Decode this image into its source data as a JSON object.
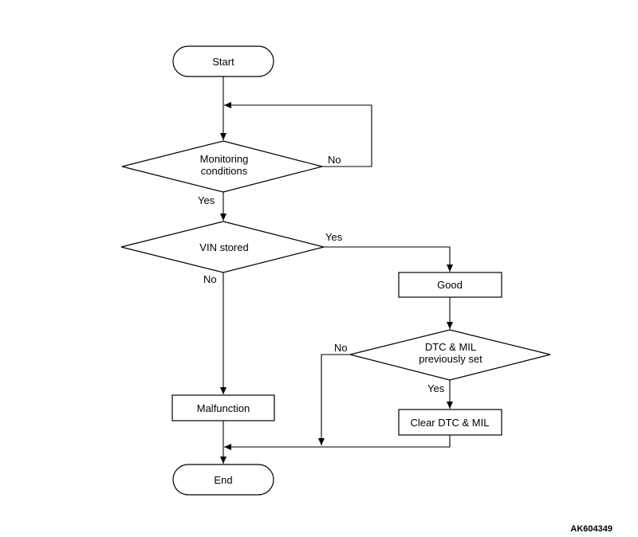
{
  "nodes": {
    "start": "Start",
    "monitoring_line1": "Monitoring",
    "monitoring_line2": "conditions",
    "vin_stored": "VIN stored",
    "good": "Good",
    "dtc_line1": "DTC & MIL",
    "dtc_line2": "previously set",
    "malfunction": "Malfunction",
    "clear": "Clear DTC & MIL",
    "end": "End"
  },
  "edge_labels": {
    "monitoring_no": "No",
    "monitoring_yes": "Yes",
    "vin_yes": "Yes",
    "vin_no": "No",
    "dtc_no": "No",
    "dtc_yes": "Yes"
  },
  "figure_code": "AK604349"
}
